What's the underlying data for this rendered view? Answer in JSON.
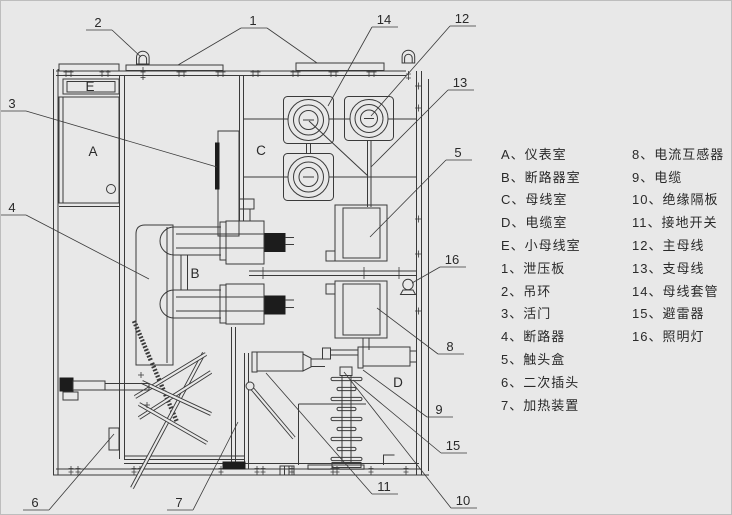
{
  "colors": {
    "background": "#e8e8e8",
    "line": "#3a3a3a",
    "text": "#2a2a2a"
  },
  "diagram": {
    "compartment_labels": {
      "A": "A",
      "B": "B",
      "C": "C",
      "D": "D",
      "E": "E"
    },
    "callouts": {
      "c1": "1",
      "c2": "2",
      "c3": "3",
      "c4": "4",
      "c5": "5",
      "c6": "6",
      "c7": "7",
      "c8": "8",
      "c9": "9",
      "c10": "10",
      "c11": "11",
      "c12": "12",
      "c13": "13",
      "c14": "14",
      "c15": "15",
      "c16": "16"
    }
  },
  "legend": {
    "left": [
      "A、仪表室",
      "B、断路器室",
      "C、母线室",
      "D、电缆室",
      "E、小母线室",
      "1、泄压板",
      "2、吊环",
      "3、活门",
      "4、断路器",
      "5、触头盒",
      "6、二次插头",
      "7、加热装置"
    ],
    "right": [
      "8、电流互感器",
      "9、电缆",
      "10、绝缘隔板",
      "11、接地开关",
      "12、主母线",
      "13、支母线",
      "14、母线套管",
      "15、避雷器",
      "16、照明灯"
    ]
  }
}
